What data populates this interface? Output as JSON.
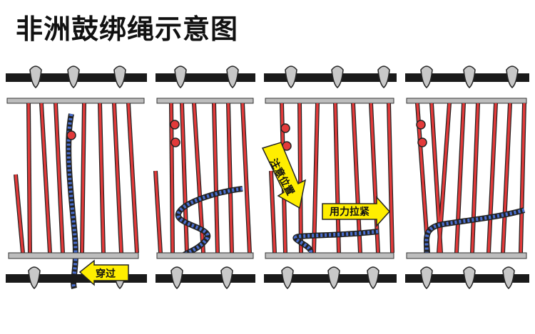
{
  "title": "非洲鼓绑绳示意图",
  "panels": [
    {
      "label": "穿过"
    },
    {
      "label": ""
    },
    {
      "labels": [
        "注意位置",
        "用力拉紧"
      ]
    },
    {
      "label": ""
    }
  ],
  "colors": {
    "rope_red": "#e23a3a",
    "rope_outline": "#222222",
    "tension_blue": "#4a6fd0",
    "arrow_yellow": "#ffee00",
    "ring_gray": "#bdbdbd",
    "bar_black": "#1a1a1a"
  }
}
